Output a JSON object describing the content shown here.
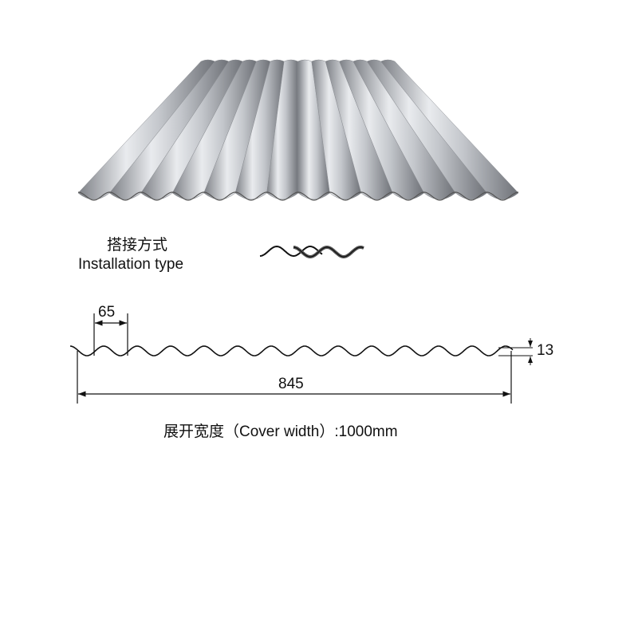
{
  "installation": {
    "label_cn": "搭接方式",
    "label_en": "Installation type"
  },
  "dimensions": {
    "pitch": "65",
    "height": "13",
    "effective_width": "845"
  },
  "cover_width": {
    "label_cn": "展开宽度",
    "label_en": "（Cover width）",
    "value": ":1000mm"
  }
}
